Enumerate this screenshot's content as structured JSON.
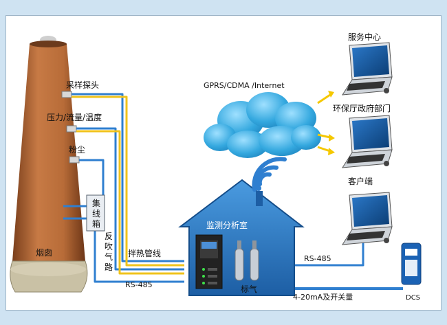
{
  "labels": {
    "sampling_probe": "采样探头",
    "pressure_flow_temp": "压力/流量/温度",
    "dust": "粉尘",
    "junction_box": [
      "集",
      "线",
      "箱"
    ],
    "blowback_path": [
      "反",
      "吹",
      "气",
      "路"
    ],
    "chimney": "烟囱",
    "heat_trace": "拌热管线",
    "rs485_left": "RS-485",
    "monitoring_room": "监测分析室",
    "standard_gas": "标气",
    "network": "GPRS/CDMA /Internet",
    "service_center": "服务中心",
    "epb_dept": "环保厅政府部门",
    "client": "客户端",
    "rs485_right": "RS-485",
    "io_signal": "4-20mA及开关量",
    "dcs": "DCS"
  },
  "colors": {
    "background": "#cfe3f2",
    "chimney": "#b06a3a",
    "house": "#2c79c2",
    "cable_blue": "#2f7fd0",
    "cable_yellow": "#f0c31c",
    "cloud": "#2aa3d8",
    "arrow": "#f5c800"
  }
}
